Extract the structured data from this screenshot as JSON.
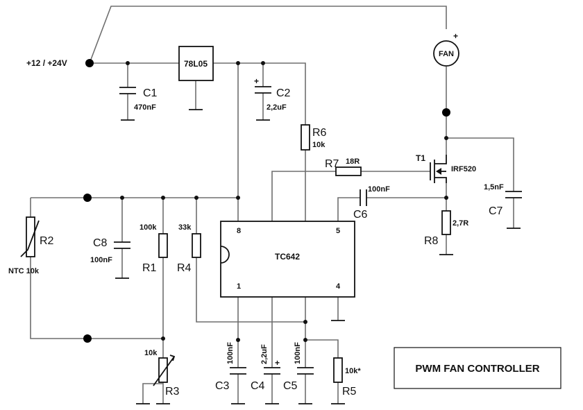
{
  "title": "PWM FAN CONTROLLER",
  "supply": "+12 / +24V",
  "ic": {
    "name": "TC642",
    "pins": {
      "p1": "1",
      "p4": "4",
      "p5": "5",
      "p8": "8"
    }
  },
  "regulator": "78L05",
  "fan": "FAN",
  "plus": "+",
  "parts": {
    "C1": {
      "ref": "C1",
      "value": "470nF"
    },
    "C2": {
      "ref": "C2",
      "value": "2,2uF"
    },
    "C3": {
      "ref": "C3",
      "value": "100nF"
    },
    "C4": {
      "ref": "C4",
      "value": "2,2uF"
    },
    "C5": {
      "ref": "C5",
      "value": "100nF"
    },
    "C6": {
      "ref": "C6",
      "value": "100nF"
    },
    "C7": {
      "ref": "C7",
      "value": "1,5nF"
    },
    "C8": {
      "ref": "C8",
      "value": "100nF"
    },
    "R1": {
      "ref": "R1",
      "value": "100k"
    },
    "R2": {
      "ref": "R2",
      "value": "NTC 10k"
    },
    "R3": {
      "ref": "R3",
      "value": "10k"
    },
    "R4": {
      "ref": "R4",
      "value": "33k"
    },
    "R5": {
      "ref": "R5",
      "value": "10k*"
    },
    "R6": {
      "ref": "R6",
      "value": "10k"
    },
    "R7": {
      "ref": "R7",
      "value": "18R"
    },
    "R8": {
      "ref": "R8",
      "value": "2,7R"
    },
    "T1": {
      "ref": "T1",
      "value": "IRF520"
    }
  }
}
